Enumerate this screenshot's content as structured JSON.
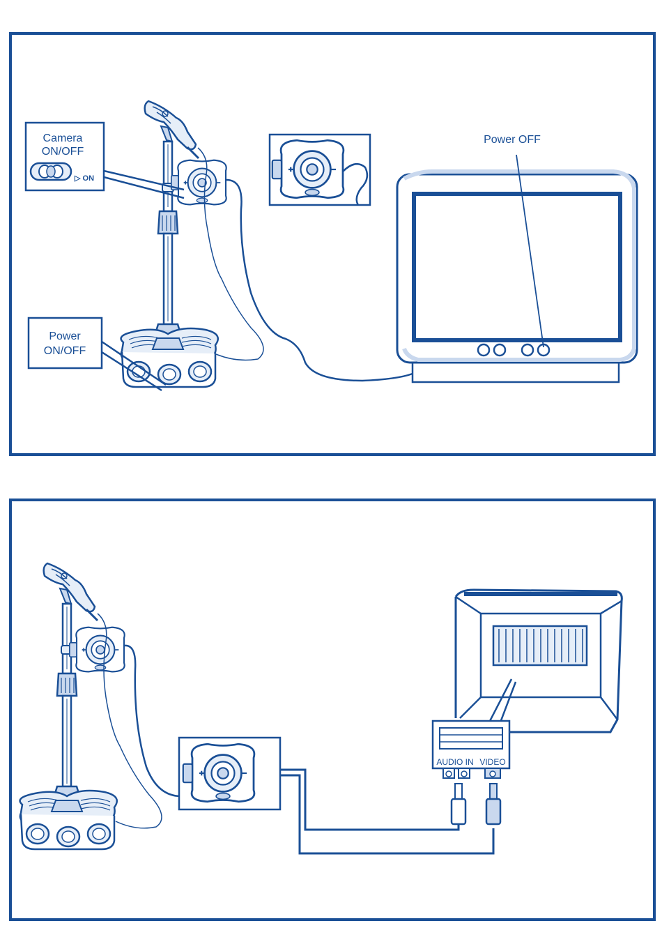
{
  "colors": {
    "line": "#1a4f96",
    "fill_light": "#e6eef8",
    "fill_mid": "#c9d8ee",
    "screen": "#ffffff",
    "background": "#ffffff"
  },
  "panel1": {
    "callouts": {
      "camera_line1": "Camera",
      "camera_line2": "ON/OFF",
      "switch_on": "▷ ON",
      "power_line1": "Power",
      "power_line2": "ON/OFF",
      "tv_power": "Power OFF"
    }
  },
  "panel2": {
    "av_input": {
      "audio_label": "AUDIO IN",
      "video_label": "VIDEO"
    }
  },
  "icons": [
    "microphone-stand-icon",
    "camera-module-icon",
    "television-icon",
    "av-plug-icon"
  ]
}
